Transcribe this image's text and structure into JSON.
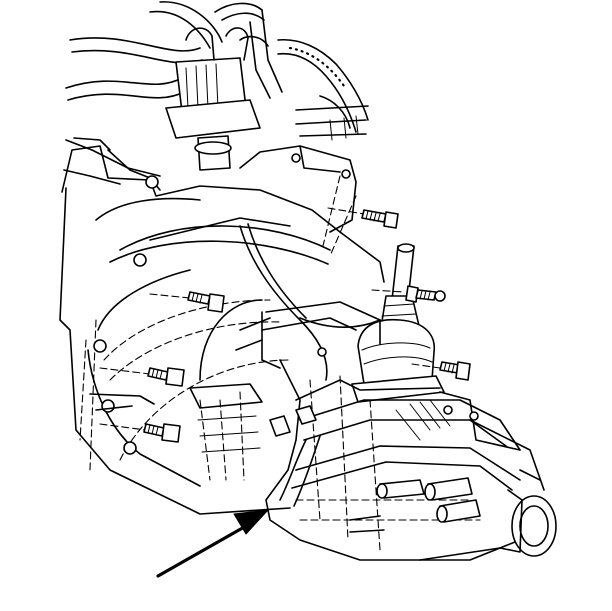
{
  "figure": {
    "subject": "transmission-assembly-line-drawing",
    "stroke_color": "#000000",
    "background_color": "#ffffff",
    "callouts": [
      {
        "kind": "arrow",
        "target": "transmission-case-lower-edge"
      }
    ]
  }
}
